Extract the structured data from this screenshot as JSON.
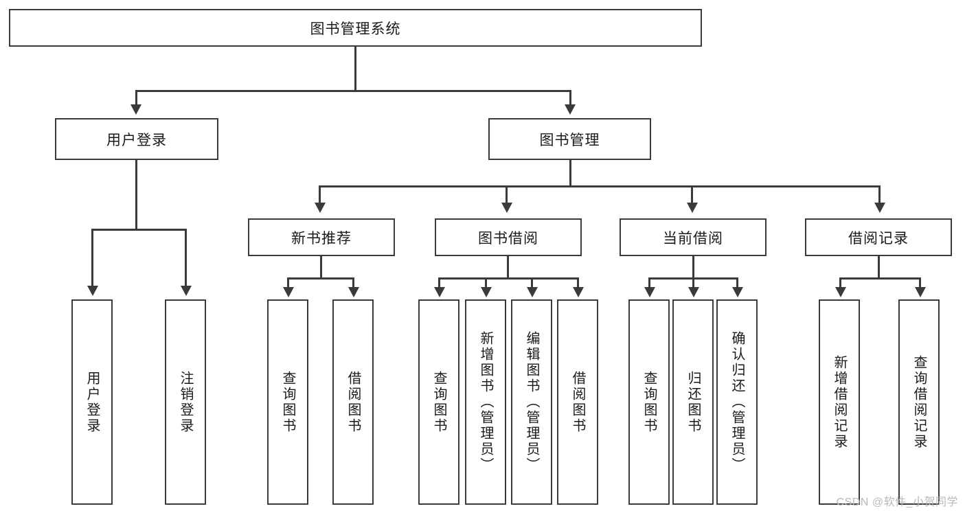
{
  "diagram": {
    "title_node": {
      "label": "图书管理系统"
    },
    "level1": [
      {
        "id": "user-login",
        "label": "用户登录"
      },
      {
        "id": "book-manage",
        "label": "图书管理"
      }
    ],
    "level2": [
      {
        "id": "new-book-recommend",
        "label": "新书推荐"
      },
      {
        "id": "book-borrow",
        "label": "图书借阅"
      },
      {
        "id": "current-borrow",
        "label": "当前借阅"
      },
      {
        "id": "borrow-record",
        "label": "借阅记录"
      }
    ],
    "leaves": {
      "user_login": [
        {
          "id": "leaf-user-login",
          "label": "用户登录"
        },
        {
          "id": "leaf-logout-login",
          "label": "注销登录"
        }
      ],
      "new_book_recommend": [
        {
          "id": "leaf-query-book-1",
          "label": "查询图书"
        },
        {
          "id": "leaf-borrow-book-1",
          "label": "借阅图书"
        }
      ],
      "book_borrow": [
        {
          "id": "leaf-query-book-2",
          "label": "查询图书"
        },
        {
          "id": "leaf-add-book",
          "label": "新增图书（管理员）"
        },
        {
          "id": "leaf-edit-book",
          "label": "编辑图书（管理员）"
        },
        {
          "id": "leaf-borrow-book-2",
          "label": "借阅图书"
        }
      ],
      "current_borrow": [
        {
          "id": "leaf-query-book-3",
          "label": "查询图书"
        },
        {
          "id": "leaf-return-book",
          "label": "归还图书"
        },
        {
          "id": "leaf-confirm-return",
          "label": "确认归还（管理员）"
        }
      ],
      "borrow_record": [
        {
          "id": "leaf-add-record",
          "label": "新增借阅记录"
        },
        {
          "id": "leaf-query-record",
          "label": "查询借阅记录"
        }
      ]
    },
    "watermark": "CSDN @软件_小贺同学",
    "colors": {
      "stroke": "#3a3a3a",
      "background": "#ffffff",
      "text": "#1a1a1a",
      "watermark": "#b9b9b9"
    }
  }
}
